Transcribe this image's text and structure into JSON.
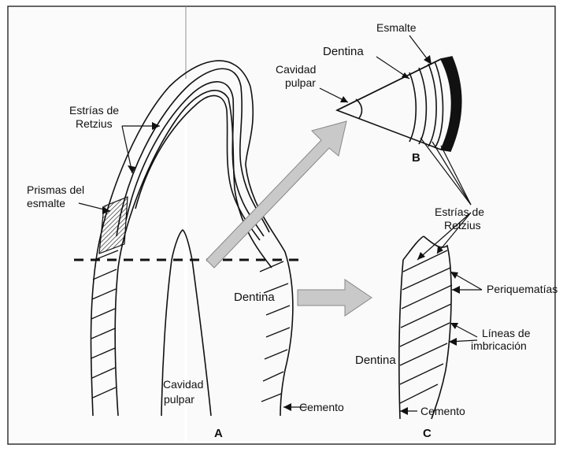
{
  "labels": {
    "esmalte": "Esmalte",
    "dentina_top": "Dentina",
    "cavidad_top_1": "Cavidad",
    "cavidad_top_2": "pulpar",
    "estrias_left_1": "Estrías de",
    "estrias_left_2": "Retzius",
    "prismas_1": "Prismas del",
    "prismas_2": "esmalte",
    "estrias_right_1": "Estrías de",
    "estrias_right_2": "Retzius",
    "periquematias": "Periquematías",
    "lineas_1": "Líneas de",
    "lineas_2": "imbricación",
    "dentina_center": "Dentina",
    "dentina_c": "Dentina",
    "cavidad_bottom_1": "Cavidad",
    "cavidad_bottom_2": "pulpar",
    "cemento_a": "Cemento",
    "cemento_c": "Cemento",
    "panel_a": "A",
    "panel_b": "B",
    "panel_c": "C"
  },
  "colors": {
    "ink": "#111111",
    "arrow_fill": "#c9c9c9",
    "background_text": "#9a9a9a",
    "frame": "#333333"
  }
}
